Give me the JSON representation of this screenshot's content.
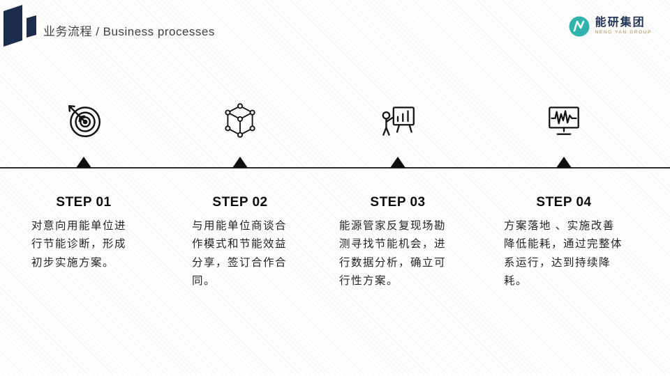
{
  "slide": {
    "header": {
      "title": "业务流程 / Business  processes"
    },
    "logo": {
      "mark": "nengyan-logo-icon",
      "name_zh": "能研集团",
      "name_en": "NENG YAN GROUP"
    },
    "steps": [
      {
        "label": "STEP 01",
        "icon": "target-dart-icon",
        "text": "对意向用能单位进行节能诊断，形成初步实施方案。"
      },
      {
        "label": "STEP 02",
        "icon": "cube-network-icon",
        "text": "与用能单位商谈合作模式和节能效益分享，签订合作合同。"
      },
      {
        "label": "STEP 03",
        "icon": "presenter-chart-icon",
        "text": "能源管家反复现场勘测寻找节能机会，进行数据分析，确立可行性方案。"
      },
      {
        "label": "STEP 04",
        "icon": "monitor-waveform-icon",
        "text": "方案落地 、实施改善\n降低能耗，通过完整体系运行，达到持续降耗。"
      }
    ],
    "colors": {
      "accent_navy": "#1d2c4d",
      "teal": "#2fb3ac",
      "line_black": "#2b2b2b"
    }
  }
}
